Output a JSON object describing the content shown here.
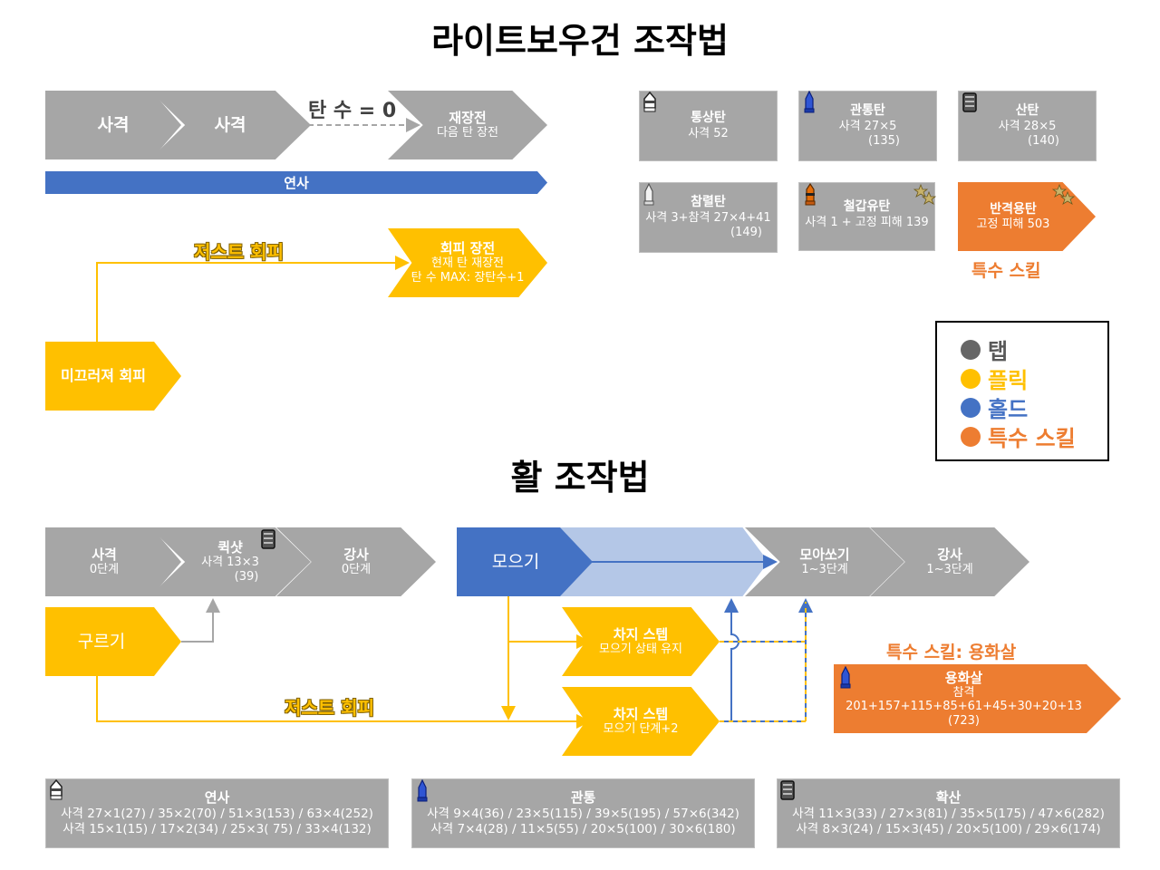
{
  "titles": {
    "lightbowgun": "라이트보우건 조작법",
    "bow": "활 조작법"
  },
  "lbg": {
    "fire1": "사격",
    "fire2": "사격",
    "ammo_zero": "탄 수 = 0",
    "reload": {
      "title": "재장전",
      "sub": "다음 탄 장전"
    },
    "rapid": "연사",
    "just_evade": "저스트 회피",
    "evade_reload": {
      "title": "회피 장전",
      "line1": "현재 탄 재장전",
      "line2": "탄 수 MAX: 장탄수+1"
    },
    "slide_evade": "미끄러져 회피"
  },
  "ammo": [
    {
      "name": "통상탄",
      "line1": "사격 52",
      "line2": "",
      "icon": "normal-ammo-icon",
      "type": "gray"
    },
    {
      "name": "관통탄",
      "line1": "사격 27×5",
      "line2": "(135)",
      "icon": "pierce-ammo-icon",
      "type": "gray"
    },
    {
      "name": "산탄",
      "line1": "사격 28×5",
      "line2": "(140)",
      "icon": "spread-ammo-icon",
      "type": "gray"
    },
    {
      "name": "참렬탄",
      "line1": "사격 3+참격 27×4+41",
      "line2": "(149)",
      "icon": "slicing-ammo-icon",
      "type": "gray"
    },
    {
      "name": "철갑유탄",
      "line1": "사격 1 + 고정 피해 139",
      "line2": "",
      "icon": "armor-pierce-ammo-icon",
      "type": "gray"
    },
    {
      "name": "반격용탄",
      "line1": "고정 피해 503",
      "line2": "",
      "icon": "star-icon",
      "type": "orange"
    }
  ],
  "special_skill_label": "특수 스킬",
  "legend": [
    {
      "label": "탭",
      "color": "#666666"
    },
    {
      "label": "플릭",
      "color": "#ffc000"
    },
    {
      "label": "홀드",
      "color": "#4472c4"
    },
    {
      "label": "특수 스킬",
      "color": "#ed7d31"
    }
  ],
  "bow": {
    "fire": {
      "title": "사격",
      "sub": "0단계"
    },
    "quickshot": {
      "title": "퀵샷",
      "sub": "사격 13×3",
      "note": "(39)"
    },
    "strong": {
      "title": "강사",
      "sub": "0단계"
    },
    "charge": "모으기",
    "charge_fire": {
      "title": "모아쏘기",
      "sub": "1~3단계"
    },
    "strong2": {
      "title": "강사",
      "sub": "1~3단계"
    },
    "roll": "구르기",
    "step1": {
      "title": "차지 스텝",
      "sub": "모으기 상태 유지"
    },
    "step2": {
      "title": "차지 스텝",
      "sub": "모으기 단계+2"
    },
    "just_evade": "저스트 회피",
    "special_label": "특수 스킬: 용화살",
    "dragon": {
      "title": "용화살",
      "sub": "참격 201+157+115+85+61+45+30+20+13",
      "note": "(723)"
    }
  },
  "bottom": [
    {
      "title": "연사",
      "line1": "사격 27×1(27) / 35×2(70) / 51×3(153) / 63×4(252)",
      "line2": "사격 15×1(15) / 17×2(34) / 25×3( 75) / 33×4(132)",
      "icon": "normal-ammo-icon"
    },
    {
      "title": "관통",
      "line1": "사격 9×4(36) / 23×5(115) / 39×5(195) / 57×6(342)",
      "line2": "사격 7×4(28) / 11×5(55) / 20×5(100) / 30×6(180)",
      "icon": "pierce-ammo-icon"
    },
    {
      "title": "확산",
      "line1": "사격 11×3(33) / 27×3(81) / 35×5(175) / 47×6(282)",
      "line2": "사격 8×3(24) / 15×3(45) / 20×5(100) / 29×6(174)",
      "icon": "spread-ammo-icon"
    }
  ]
}
